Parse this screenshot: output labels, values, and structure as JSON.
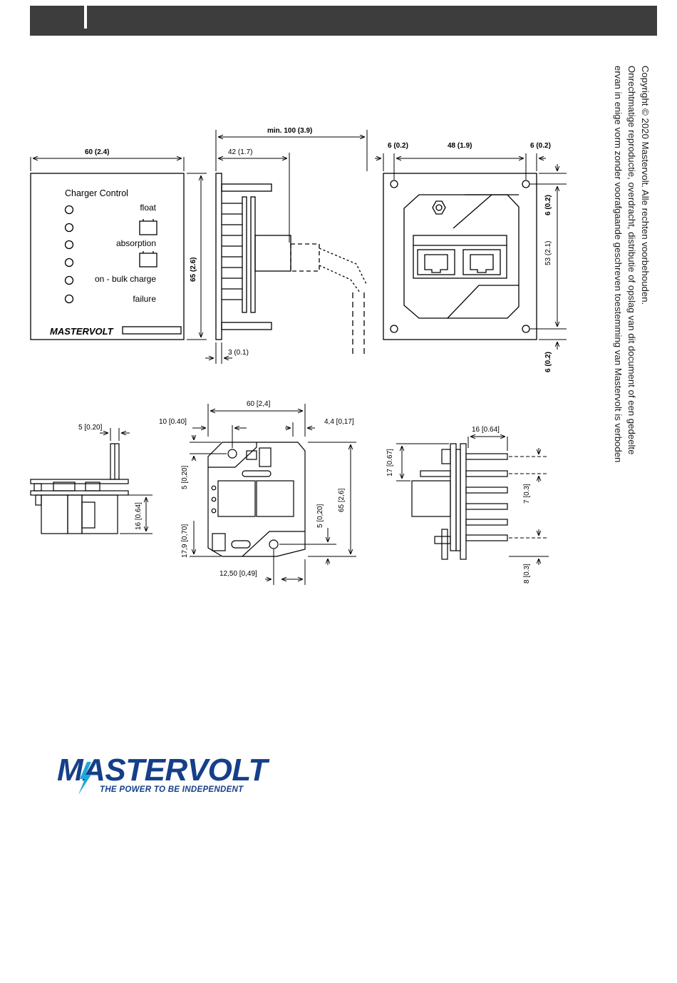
{
  "header": {
    "bar_color": "#3d3d3d"
  },
  "panel_front": {
    "title": "Charger Control",
    "led_labels": [
      "float",
      "absorption",
      "on - bulk charge",
      "failure"
    ],
    "brand": "MASTERVOLT",
    "dim_width": "60 (2.4)",
    "dim_height": "65 (2.6)"
  },
  "panel_side": {
    "dim_min_length": "min. 100 (3.9)",
    "dim_depth": "42 (1.7)",
    "dim_thickness": "3 (0.1)"
  },
  "panel_back": {
    "dim_left": "6 (0.2)",
    "dim_middle": "48 (1.9)",
    "dim_right": "6 (0.2)",
    "dim_top_v": "6 (0.2)",
    "dim_mid_v": "53 (2.1)",
    "dim_bottom_v": "6 (0.2)"
  },
  "pcb_side": {
    "dim_top": "5 [0.20]",
    "dim_height": "16 [0.64]"
  },
  "pcb_top": {
    "dim_width": "60 [2,4]",
    "dim_left": "10 [0.40]",
    "dim_right": "4,4 [0,17]",
    "dim_v_top": "5 [0,20]",
    "dim_v_bottom": "17,9 [0,70]",
    "dim_v_inner": "5 [0,20]",
    "dim_height": "65 [2,6]",
    "dim_bottom": "12,50 [0,49]"
  },
  "pcb_end": {
    "dim_top": "16 [0.64]",
    "dim_left": "17 [0.67]",
    "dim_pitch": "7 [0.3]",
    "dim_bottom": "8 [0.3]"
  },
  "copyright": {
    "line1": "Copyright © 2020 Mastervolt. Alle rechten voorbehouden.",
    "line2": "Onrechtmatige reproductie, overdracht, distributie of opslag van dit document of een gedeelte",
    "line3": "ervan in enige vorm zonder voorafgaande geschreven toestemming van Mastervolt is verboden"
  },
  "logo": {
    "word": "MASTERVOLT",
    "tagline": "THE POWER TO BE INDEPENDENT",
    "color": "#153f8a",
    "accent": "#1fa7d8"
  }
}
